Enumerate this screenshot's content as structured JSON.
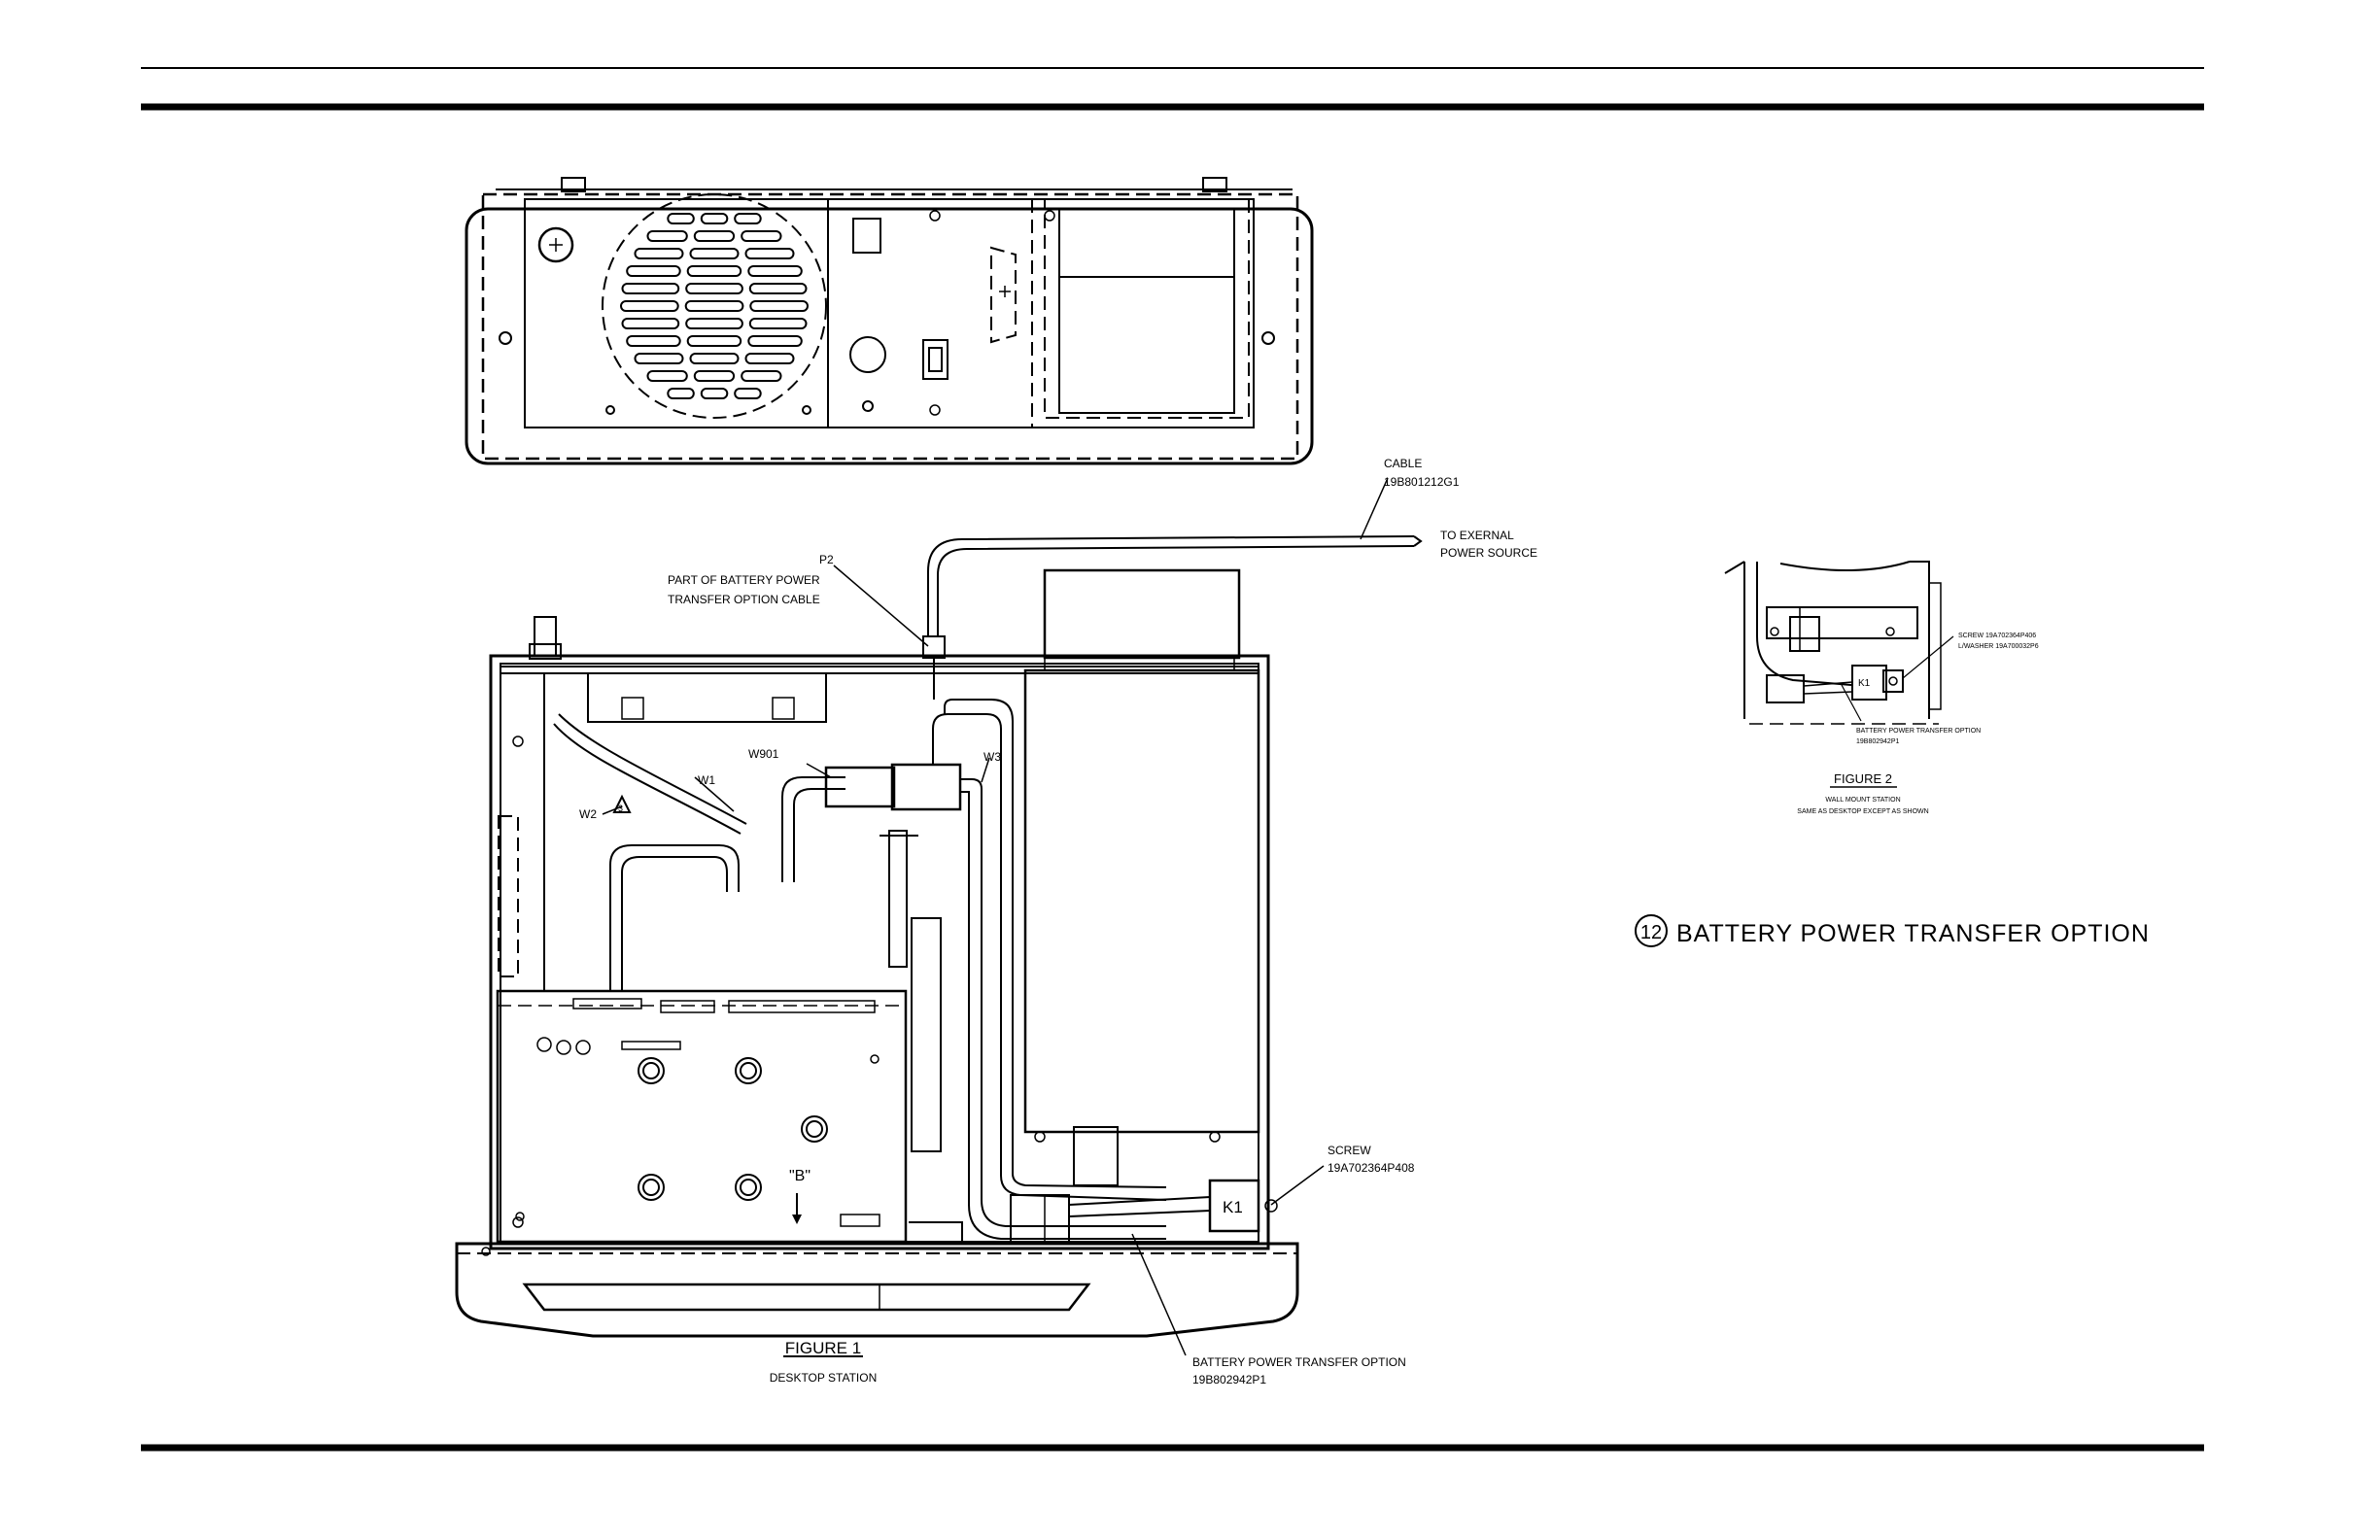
{
  "figure1": {
    "title": "FIGURE 1",
    "caption": "DESKTOP STATION"
  },
  "figure2": {
    "title": "FIGURE 2",
    "caption_line1": "WALL MOUNT STATION",
    "caption_line2": "SAME AS DESKTOP EXCEPT AS SHOWN",
    "screw_line1": "SCREW 19A702364P406",
    "screw_line2": "L/WASHER 19A700032P6",
    "option_line1": "BATTERY POWER TRANSFER OPTION",
    "option_line2": "19B802942P1",
    "k1": "K1"
  },
  "callouts": {
    "cable_title": "CABLE",
    "cable_part": "19B801212G1",
    "external_line1": "TO EXERNAL",
    "external_line2": "POWER SOURCE",
    "p2": "P2",
    "part_of_line1": "PART OF BATTERY POWER",
    "part_of_line2": "TRANSFER OPTION CABLE",
    "w1": "W1",
    "w2": "W2",
    "w2_note": "3",
    "w901": "W901",
    "w3": "W3",
    "screw_title": "SCREW",
    "screw_part": "19A702364P408",
    "k1": "K1",
    "b_marker": "\"B\"",
    "option_line1": "BATTERY POWER TRANSFER OPTION",
    "option_line2": "19B802942P1"
  },
  "section": {
    "number": "12",
    "title": "BATTERY POWER TRANSFER OPTION"
  }
}
